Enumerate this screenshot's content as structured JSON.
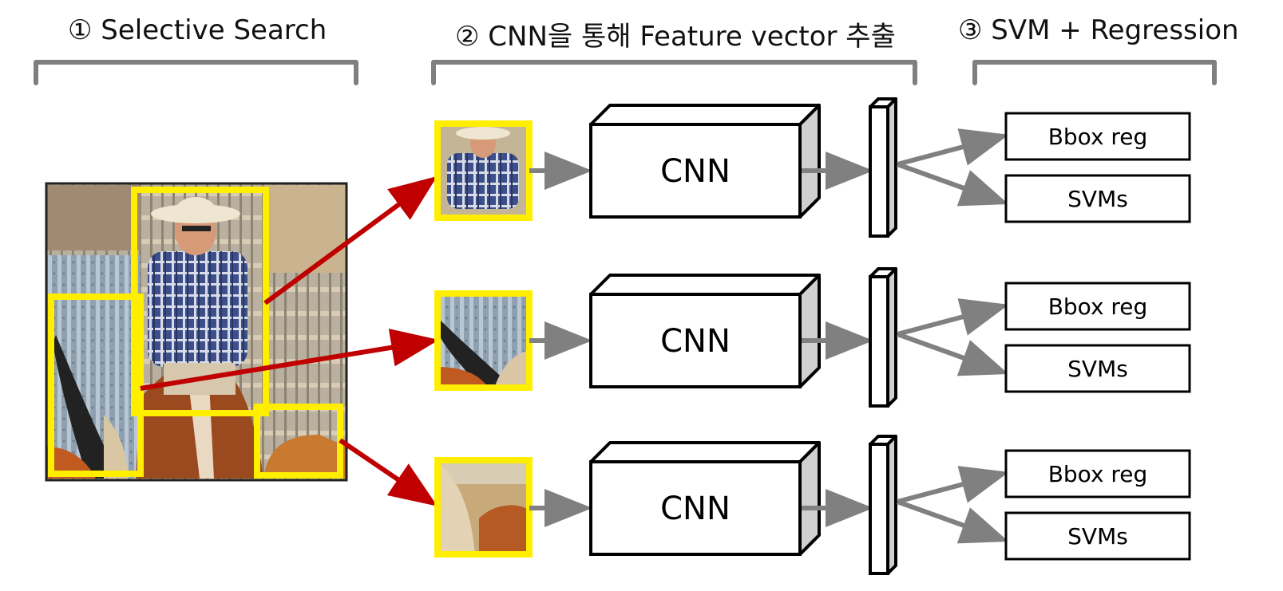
{
  "stages": [
    {
      "label": "① Selective Search"
    },
    {
      "label": "② CNN을 통해 Feature vector 추출"
    },
    {
      "label": "③ SVM + Regression"
    }
  ],
  "pipelines": [
    {
      "cnn_label": "CNN",
      "outputs": [
        "Bbox reg",
        "SVMs"
      ]
    },
    {
      "cnn_label": "CNN",
      "outputs": [
        "Bbox reg",
        "SVMs"
      ]
    },
    {
      "cnn_label": "CNN",
      "outputs": [
        "Bbox reg",
        "SVMs"
      ]
    }
  ],
  "colors": {
    "region_box": "#ffee00",
    "proposal_arrow": "#c00000",
    "flow_arrow": "#808080",
    "bracket": "#7f7f7f",
    "box_side": "#d0d0d0"
  }
}
